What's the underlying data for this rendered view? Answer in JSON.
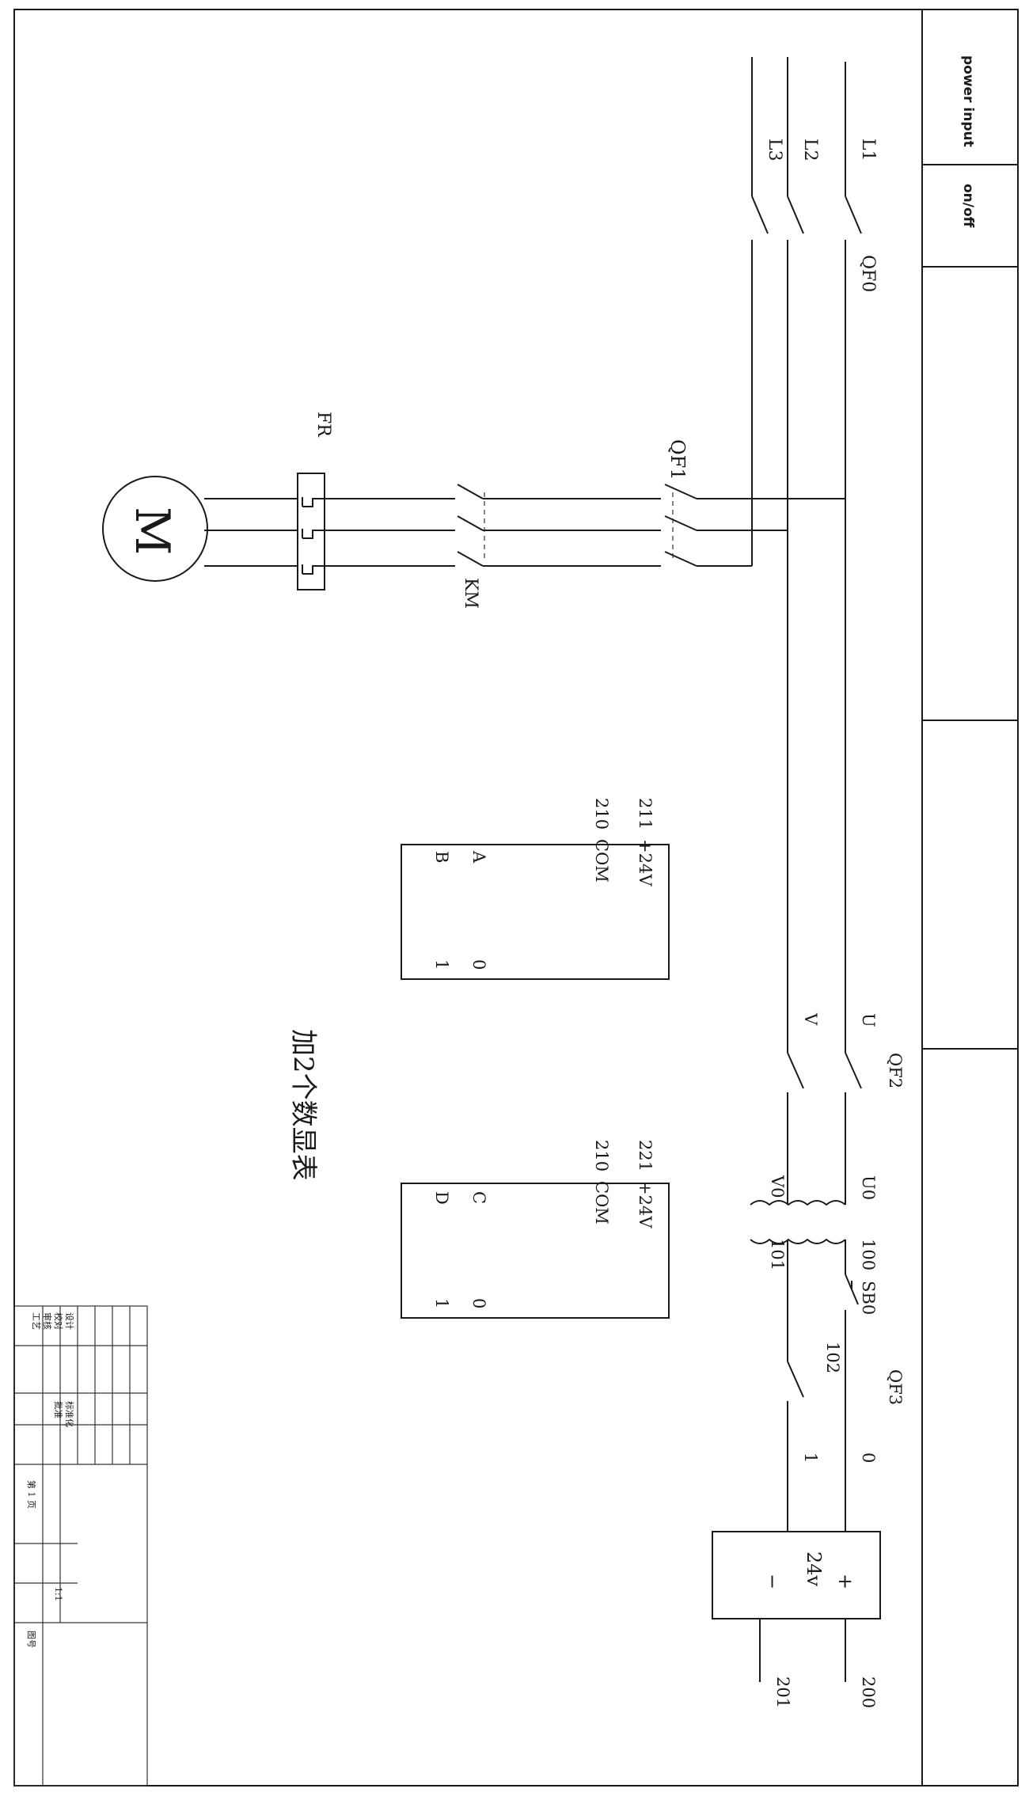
{
  "sidebar": {
    "items": [
      "power input",
      "on/off",
      "",
      ""
    ]
  },
  "supply": {
    "l1": "L1",
    "l2": "L2",
    "l3": "L3",
    "qf0": "QF0"
  },
  "motor_branch": {
    "qf1": "QF1",
    "km": "KM",
    "fr": "FR",
    "motor": "M"
  },
  "meter1": {
    "top_left": "211",
    "top_right": "+24V",
    "mid_left": "210",
    "mid_right": "COM",
    "a": "A",
    "b": "B",
    "a_val": "0",
    "b_val": "1"
  },
  "meter2": {
    "top_left": "221",
    "top_right": "+24V",
    "mid_left": "210",
    "mid_right": "COM",
    "c": "C",
    "d": "D",
    "c_val": "0",
    "d_val": "1"
  },
  "note": "加2个数显表",
  "control": {
    "u": "U",
    "v": "V",
    "qf2": "QF2",
    "u0": "U0",
    "v0": "V0",
    "n100": "100",
    "n101": "101",
    "sb0": "SB0",
    "n102": "102",
    "qf3": "QF3",
    "n0": "0",
    "n1": "1",
    "psu_plus": "+",
    "psu_v": "24v",
    "psu_minus": "−",
    "n200": "200",
    "n201": "201"
  },
  "title_block": {
    "rows": [
      "设计",
      "校对",
      "审核",
      "工艺",
      "标准化",
      "批准"
    ],
    "sheet": "第 1 页",
    "scale": "1:1",
    "fig_no": "图号"
  }
}
